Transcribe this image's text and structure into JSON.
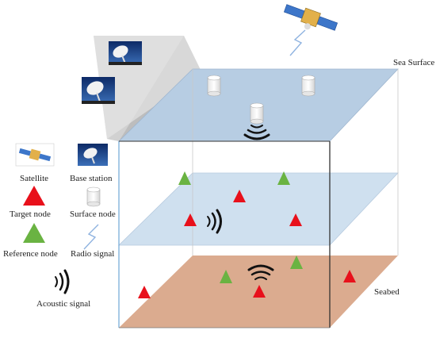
{
  "labels": {
    "sea_surface": "Sea Surface",
    "seabed": "Seabed"
  },
  "legend": [
    {
      "key": "satellite",
      "label": "Satellite"
    },
    {
      "key": "base_station",
      "label": "Base station"
    },
    {
      "key": "target_node",
      "label": "Target node",
      "color": "#e8101b"
    },
    {
      "key": "surface_node",
      "label": "Surface node"
    },
    {
      "key": "reference_node",
      "label": "Reference node",
      "color": "#6ab342"
    },
    {
      "key": "radio_signal",
      "label": "Radio signal"
    },
    {
      "key": "acoustic_signal",
      "label": "Acoustic signal"
    }
  ],
  "colors": {
    "sea_surface": "#b7cde3",
    "middle_layer": "#cfe0ef",
    "seabed": "#dbab8f",
    "target": "#e8101b",
    "reference": "#6ab342",
    "platform": "#d6d6d6"
  },
  "icons": [
    "satellite-icon",
    "base-station-icon",
    "surface-node-icon",
    "radio-signal-icon",
    "acoustic-signal-icon"
  ]
}
